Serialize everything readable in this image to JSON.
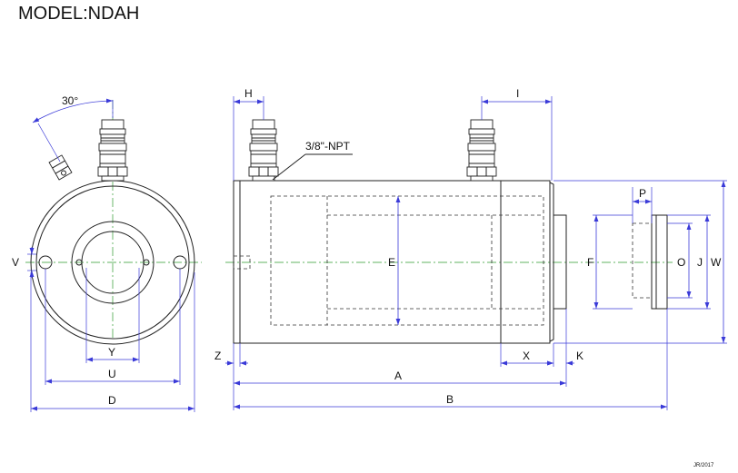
{
  "title": "MODEL:NDAH",
  "credit": "JR/2017",
  "annotations": {
    "angle": "30°",
    "port": "3/8\"-NPT"
  },
  "dimension_labels": {
    "H": "H",
    "I": "I",
    "V": "V",
    "Y": "Y",
    "U": "U",
    "D": "D",
    "Z": "Z",
    "A": "A",
    "B": "B",
    "E": "E",
    "X": "X",
    "K": "K",
    "F": "F",
    "P": "P",
    "O": "O",
    "J": "J",
    "W": "W"
  },
  "colors": {
    "object_line": "#222222",
    "dimension_line": "#3a3ad8",
    "center_line": "#2e9a2e"
  }
}
